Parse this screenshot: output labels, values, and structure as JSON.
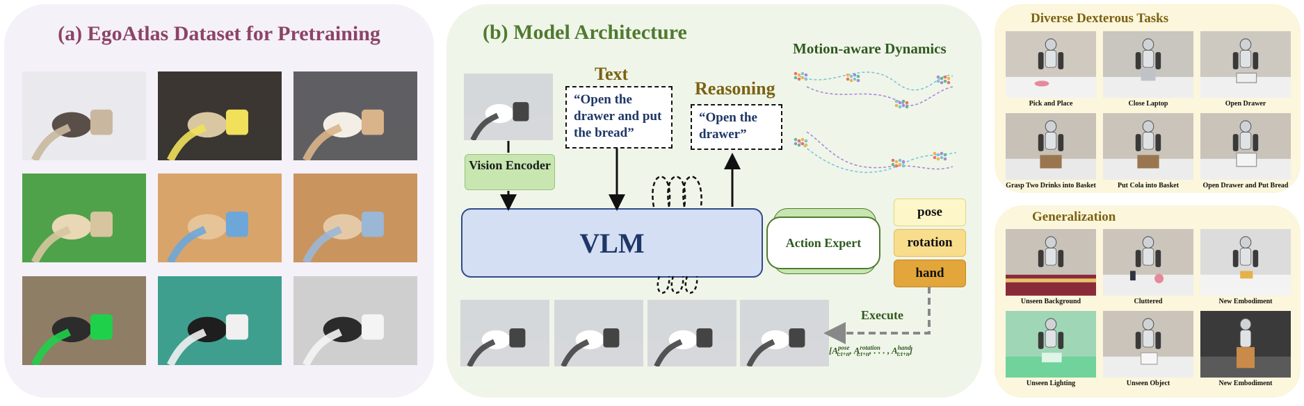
{
  "panel_a": {
    "title": "(a) EgoAtlas Dataset for Pretraining",
    "images": [
      {
        "name": "ego-photo-1",
        "scene": "white desk"
      },
      {
        "name": "ego-photo-2",
        "scene": "dark box"
      },
      {
        "name": "ego-photo-3",
        "scene": "grey table"
      },
      {
        "name": "ego-photo-4",
        "scene": "green cloth"
      },
      {
        "name": "ego-photo-5",
        "scene": "wooden table"
      },
      {
        "name": "ego-photo-6",
        "scene": "wooden table"
      },
      {
        "name": "ego-photo-7",
        "scene": "robot hand table"
      },
      {
        "name": "ego-photo-8",
        "scene": "teal cloth"
      },
      {
        "name": "ego-photo-9",
        "scene": "robot hand desk"
      }
    ]
  },
  "panel_b": {
    "title": "(b) Model Architecture",
    "text_label": "Text",
    "text_box": "“Open the drawer and put the bread”",
    "reasoning_label": "Reasoning",
    "reasoning_box": "“Open the drawer”",
    "motion_title": "Motion-aware Dynamics",
    "vision_encoder": "Vision Encoder",
    "vlm": "VLM",
    "action_expert": "Action Expert",
    "tokens": [
      "pose",
      "rotation",
      "hand"
    ],
    "execute": "Execute",
    "action_formula": "[A^{pose}_{t:t+n}, A^{rotation}_{t:t+n}, . . . , A^{hand}_{t:t+n}]"
  },
  "panel_c1": {
    "title": "Diverse Dexterous Tasks",
    "captions": [
      "Pick and Place",
      "Close Laptop",
      "Open Drawer",
      "Grasp Two Drinks into Basket",
      "Put Cola into Basket",
      "Open Drawer and Put Bread"
    ]
  },
  "panel_c2": {
    "title": "Generalization",
    "captions": [
      "Unseen Background",
      "Cluttered",
      "New Embodiment",
      "Unseen Lighting",
      "Unseen Object",
      "New Embodiment"
    ]
  },
  "colors": {
    "panel_a_bg": "#f5f1f8",
    "panel_b_bg": "#f0f5e9",
    "panel_c_bg": "#fbf6dc",
    "title_a": "#8c4467",
    "title_b": "#4f7a2f",
    "vlm_fill": "#d4dff4",
    "vision_encoder_fill": "#c7e6b0"
  }
}
